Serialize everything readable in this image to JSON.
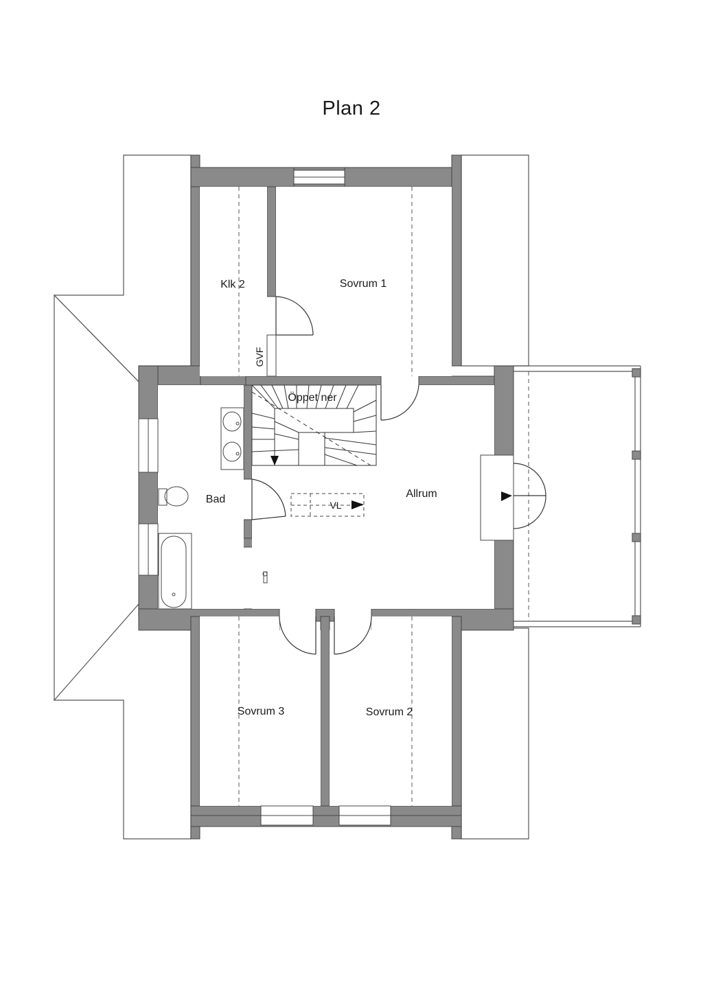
{
  "title": "Plan 2",
  "rooms": {
    "klk2": "Klk 2",
    "sovrum1": "Sovrum 1",
    "gvf": "GVF",
    "oppet_ner": "Öppet ner",
    "bad": "Bad",
    "allrum": "Allrum",
    "vl": "VL",
    "sovrum3": "Sovrum 3",
    "sovrum2": "Sovrum 2"
  },
  "colors": {
    "wall": "#8a8a8a",
    "line": "#333333",
    "background": "#ffffff"
  }
}
